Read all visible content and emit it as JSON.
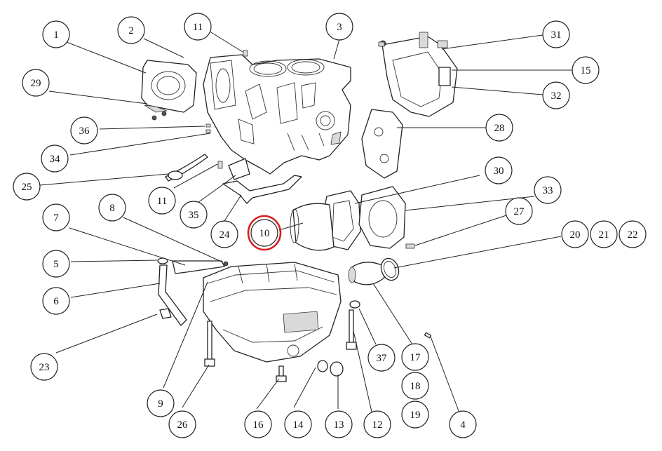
{
  "diagram": {
    "highlight_color": "#d81e1e",
    "highlighted_callout": "10",
    "callouts": [
      {
        "id": "c1",
        "label": "1"
      },
      {
        "id": "c2",
        "label": "2"
      },
      {
        "id": "c3",
        "label": "3"
      },
      {
        "id": "c4",
        "label": "4"
      },
      {
        "id": "c5",
        "label": "5"
      },
      {
        "id": "c6",
        "label": "6"
      },
      {
        "id": "c7",
        "label": "7"
      },
      {
        "id": "c8",
        "label": "8"
      },
      {
        "id": "c9",
        "label": "9"
      },
      {
        "id": "c10",
        "label": "10"
      },
      {
        "id": "c11a",
        "label": "11"
      },
      {
        "id": "c11b",
        "label": "11"
      },
      {
        "id": "c12",
        "label": "12"
      },
      {
        "id": "c13",
        "label": "13"
      },
      {
        "id": "c14",
        "label": "14"
      },
      {
        "id": "c15",
        "label": "15"
      },
      {
        "id": "c16",
        "label": "16"
      },
      {
        "id": "c17",
        "label": "17"
      },
      {
        "id": "c18",
        "label": "18"
      },
      {
        "id": "c19",
        "label": "19"
      },
      {
        "id": "c20",
        "label": "20"
      },
      {
        "id": "c21",
        "label": "21"
      },
      {
        "id": "c22",
        "label": "22"
      },
      {
        "id": "c23",
        "label": "23"
      },
      {
        "id": "c24",
        "label": "24"
      },
      {
        "id": "c25",
        "label": "25"
      },
      {
        "id": "c26",
        "label": "26"
      },
      {
        "id": "c27",
        "label": "27"
      },
      {
        "id": "c28",
        "label": "28"
      },
      {
        "id": "c29",
        "label": "29"
      },
      {
        "id": "c30",
        "label": "30"
      },
      {
        "id": "c31",
        "label": "31"
      },
      {
        "id": "c32",
        "label": "32"
      },
      {
        "id": "c33",
        "label": "33"
      },
      {
        "id": "c34",
        "label": "34"
      },
      {
        "id": "c35",
        "label": "35"
      },
      {
        "id": "c36",
        "label": "36"
      },
      {
        "id": "c37",
        "label": "37"
      }
    ]
  }
}
